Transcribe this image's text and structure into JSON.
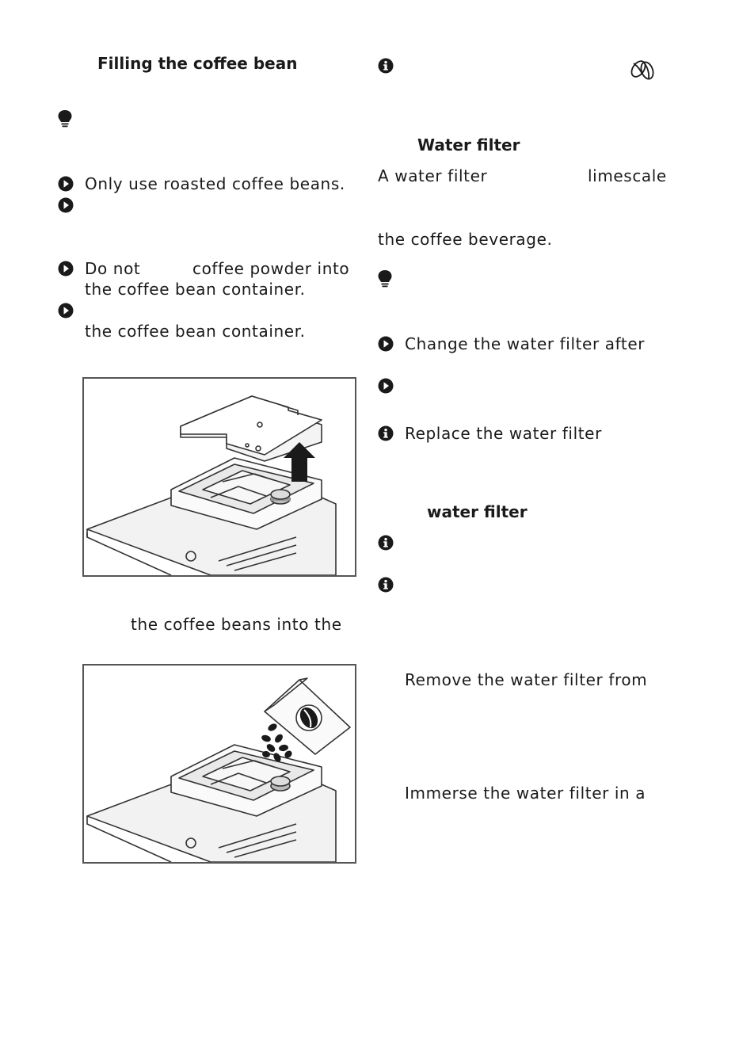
{
  "left": {
    "heading": "Filling the coffee bean",
    "bullet_1": "Only use roasted coffee beans.",
    "bullet_3_line1": "Do not",
    "bullet_3_line1b": "coffee powder into",
    "bullet_3_line2": "the coffee bean container.",
    "bullet_4_line2": "the coffee bean container.",
    "step_text": "the coffee beans into the"
  },
  "right": {
    "heading": "Water filter",
    "para_line1a": "A water filter",
    "para_line1b": "limescale",
    "para_line3": "the coffee beverage.",
    "bullet_change": "Change the water filter after",
    "info_replace": "Replace the water filter",
    "subheading": "water filter",
    "step_remove": "Remove the water filter from",
    "step_immerse": "Immerse the water filter in a"
  },
  "icons": {
    "tip": "lightbulb-icon",
    "arrow": "arrow-right-circle-icon",
    "info": "info-icon",
    "beans": "coffee-beans-icon"
  },
  "colors": {
    "text": "#1a1a1a",
    "frame": "#555555"
  }
}
